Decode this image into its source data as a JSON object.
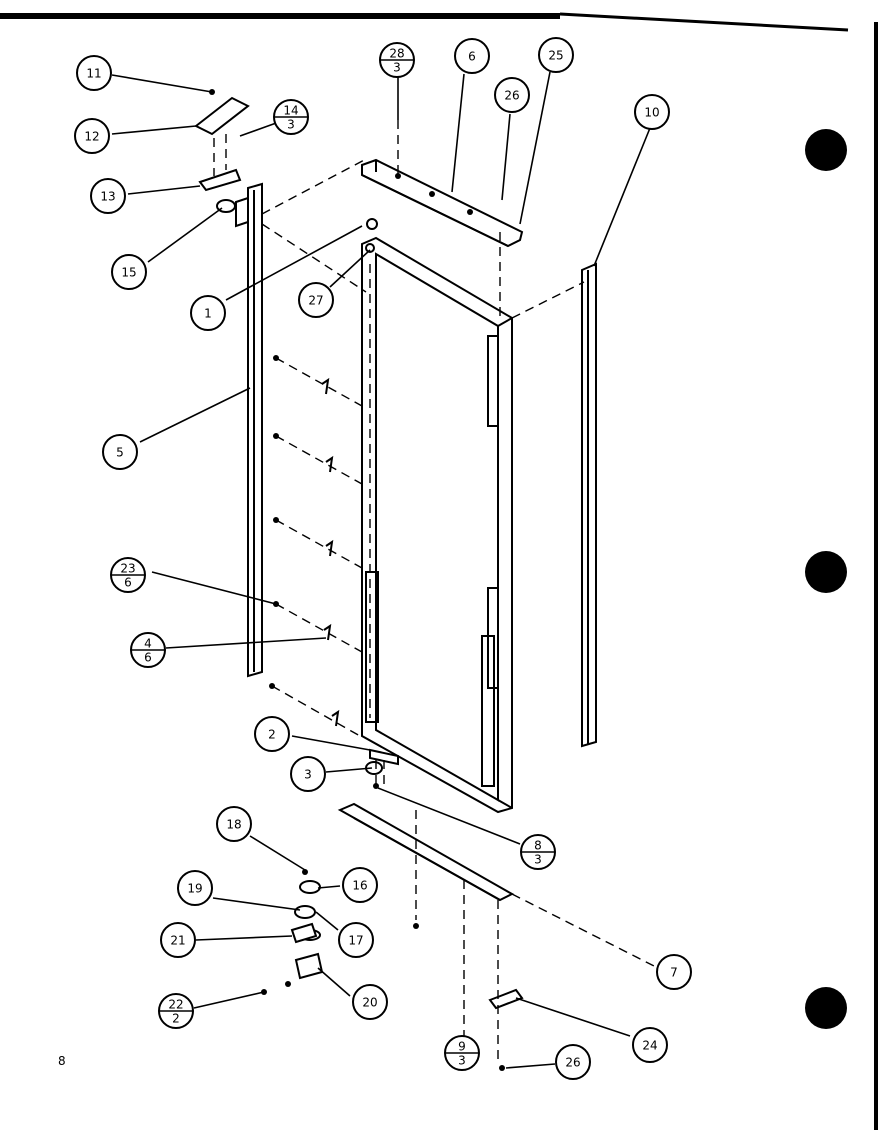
{
  "page_number": "8",
  "callouts": [
    {
      "id": "c11",
      "text": "11"
    },
    {
      "id": "c12",
      "text": "12"
    },
    {
      "id": "c14",
      "num": "14",
      "den": "3"
    },
    {
      "id": "c13",
      "text": "13"
    },
    {
      "id": "c15",
      "text": "15"
    },
    {
      "id": "c1",
      "text": "1"
    },
    {
      "id": "c27",
      "text": "27"
    },
    {
      "id": "c28",
      "num": "28",
      "den": "3"
    },
    {
      "id": "c6",
      "text": "6"
    },
    {
      "id": "c26a",
      "text": "26"
    },
    {
      "id": "c25",
      "text": "25"
    },
    {
      "id": "c10",
      "text": "10"
    },
    {
      "id": "c5",
      "text": "5"
    },
    {
      "id": "c23",
      "num": "23",
      "den": "6"
    },
    {
      "id": "c4",
      "num": "4",
      "den": "6"
    },
    {
      "id": "c2",
      "text": "2"
    },
    {
      "id": "c3",
      "text": "3"
    },
    {
      "id": "c8",
      "num": "8",
      "den": "3"
    },
    {
      "id": "c18",
      "text": "18"
    },
    {
      "id": "c16",
      "text": "16"
    },
    {
      "id": "c19",
      "text": "19"
    },
    {
      "id": "c17",
      "text": "17"
    },
    {
      "id": "c21",
      "text": "21"
    },
    {
      "id": "c22",
      "num": "22",
      "den": "2"
    },
    {
      "id": "c20",
      "text": "20"
    },
    {
      "id": "c7",
      "text": "7"
    },
    {
      "id": "c9",
      "num": "9",
      "den": "3"
    },
    {
      "id": "c24",
      "text": "24"
    },
    {
      "id": "c26b",
      "text": "26"
    }
  ]
}
